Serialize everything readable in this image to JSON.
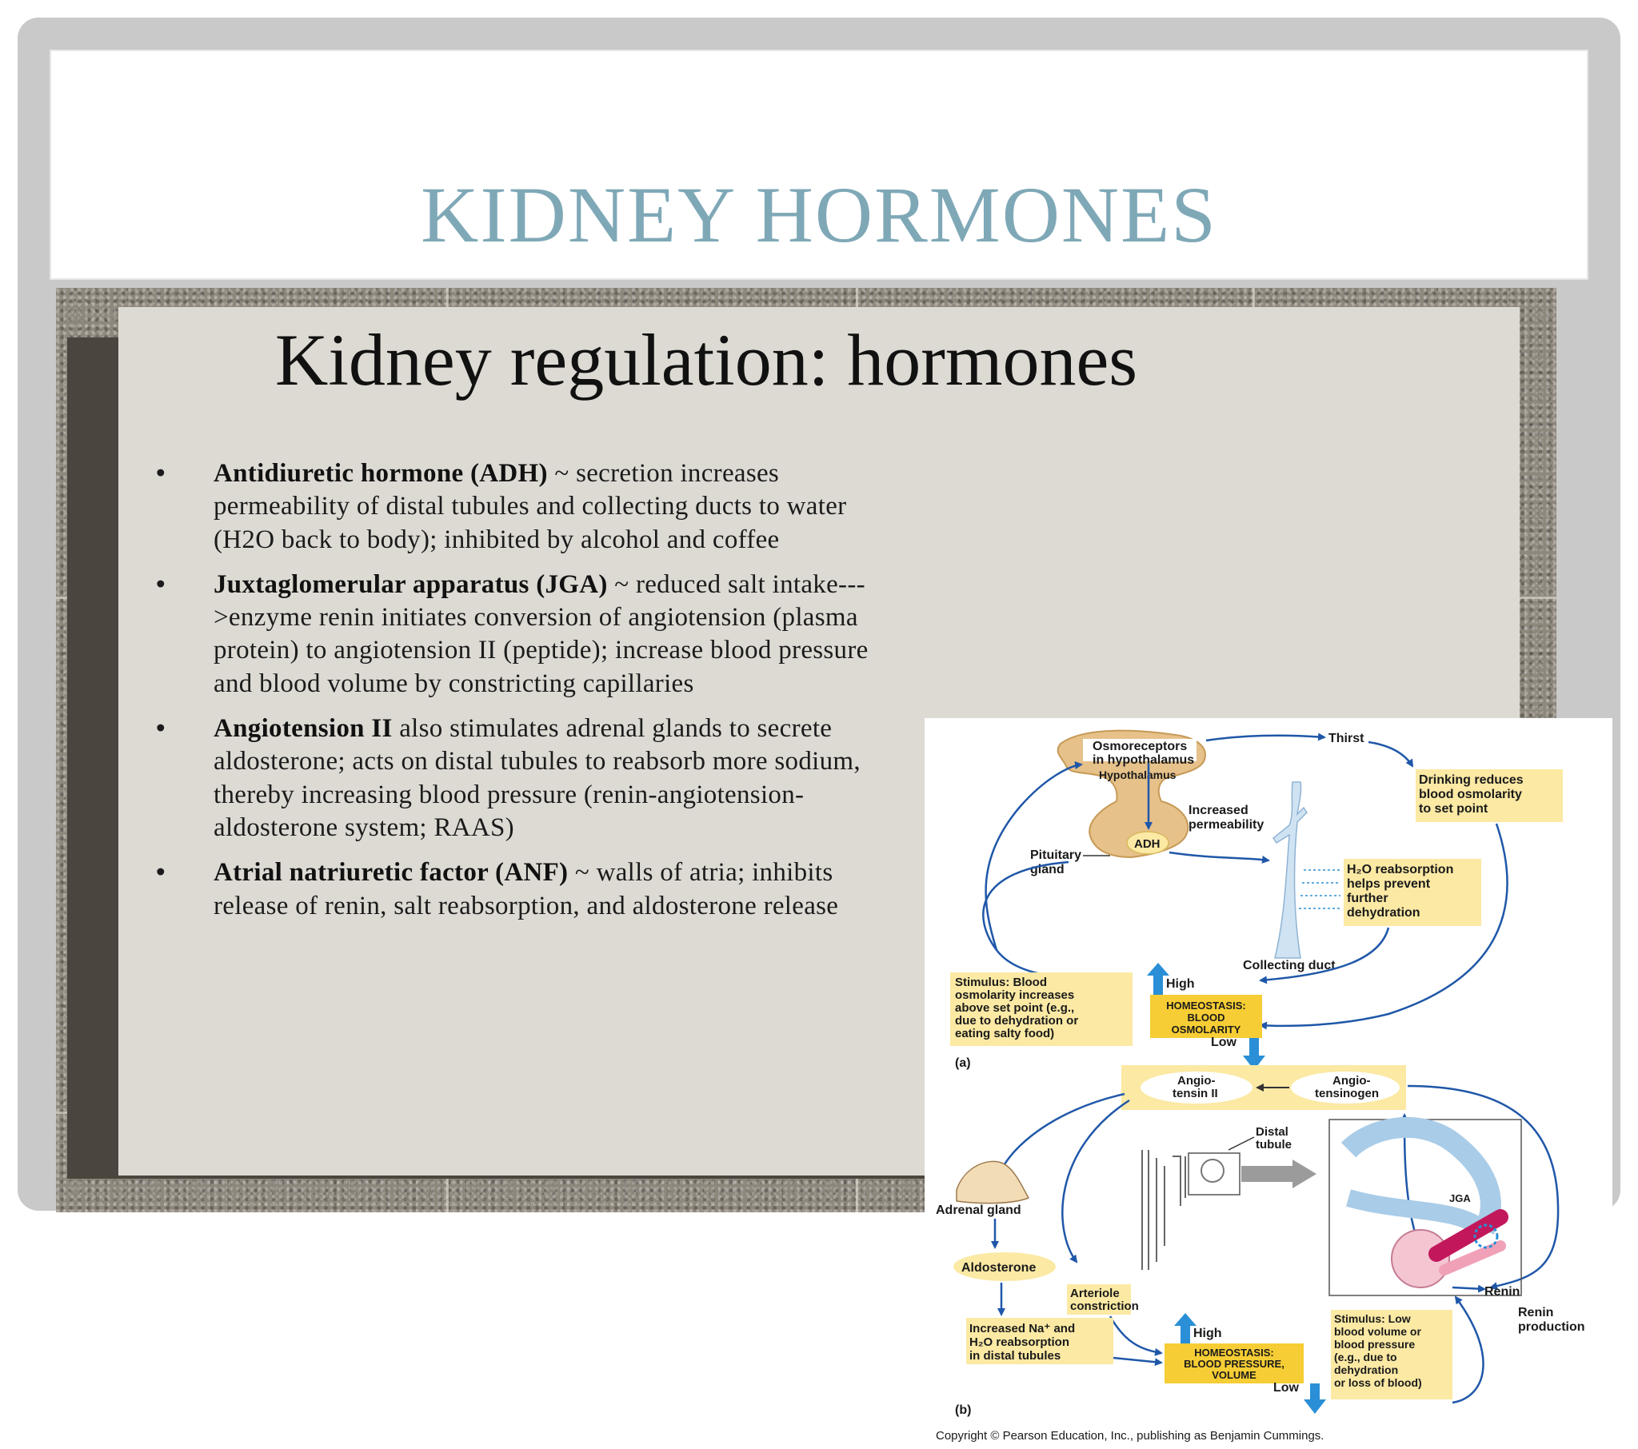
{
  "header": {
    "title": "KIDNEY HORMONES"
  },
  "slide": {
    "title": "Kidney regulation:  hormones",
    "bullets": [
      {
        "term": "Antidiuretic hormone (ADH)",
        "text": " ~ secretion increases permeability of distal tubules and collecting ducts to water (H2O back to body); inhibited by alcohol and coffee"
      },
      {
        "term": "Juxtaglomerular apparatus (JGA)",
        "text": " ~ reduced salt intake--->enzyme renin initiates conversion of angiotension (plasma protein) to angiotension II (peptide); increase blood pressure and blood volume by constricting capillaries"
      },
      {
        "term": "Angiotension II",
        "text": " also stimulates adrenal glands to secrete aldosterone; acts on distal tubules to reabsorb more sodium, thereby increasing blood pressure (renin-angiotension-aldosterone system; RAAS)"
      },
      {
        "term": "Atrial natriuretic factor (ANF)",
        "text": " ~ walls of atria; inhibits release of renin, salt reabsorption, and aldosterone release"
      }
    ]
  },
  "diagram": {
    "a": {
      "osmoreceptors": [
        "Osmoreceptors",
        "in hypothalamus"
      ],
      "hypothalamus": "Hypothalamus",
      "thirst": "Thirst",
      "drinking": [
        "Drinking reduces",
        "blood osmolarity",
        "to set point"
      ],
      "increased_permeability": [
        "Increased",
        "permeability"
      ],
      "adh": "ADH",
      "pituitary": [
        "Pituitary",
        "gland"
      ],
      "h2o_reabsorption": [
        "H₂O reabsorption",
        "helps prevent",
        "further",
        "dehydration"
      ],
      "collecting_duct": "Collecting duct",
      "stimulus": [
        "Stimulus: Blood",
        "osmolarity increases",
        "above set point (e.g.,",
        "due to dehydration or",
        "eating salty food)"
      ],
      "homeostasis": [
        "HOMEOSTASIS:",
        "BLOOD",
        "OSMOLARITY"
      ],
      "high": "High",
      "low": "Low",
      "label": "(a)"
    },
    "b": {
      "angiotensin_ii": [
        "Angio-",
        "tensin II"
      ],
      "angiotensinogen": [
        "Angio-",
        "tensinogen"
      ],
      "distal_tubule": [
        "Distal",
        "tubule"
      ],
      "adrenal_gland": "Adrenal gland",
      "jga": "JGA",
      "aldosterone": "Aldosterone",
      "arteriole": [
        "Arteriole",
        "constriction"
      ],
      "renin": "Renin",
      "renin_production": [
        "Renin",
        "production"
      ],
      "increased_na": [
        "Increased Na⁺ and",
        "H₂O reabsorption",
        "in distal tubules"
      ],
      "homeostasis": [
        "HOMEOSTASIS:",
        "BLOOD PRESSURE,",
        "VOLUME"
      ],
      "stimulus": [
        "Stimulus: Low",
        "blood volume or",
        "blood pressure",
        "(e.g., due to",
        "dehydration",
        "or loss of blood)"
      ],
      "high": "High",
      "low": "Low",
      "label": "(b)"
    },
    "copyright": "Copyright © Pearson Education, Inc., publishing as Benjamin Cummings."
  },
  "colors": {
    "title": "#7fa8b7",
    "arrow_blue": "#1f57a8",
    "callout_yellow": "#fbe9a4",
    "homeostasis_yellow": "#f6cd34",
    "up_arrow": "#2a8fd6"
  }
}
